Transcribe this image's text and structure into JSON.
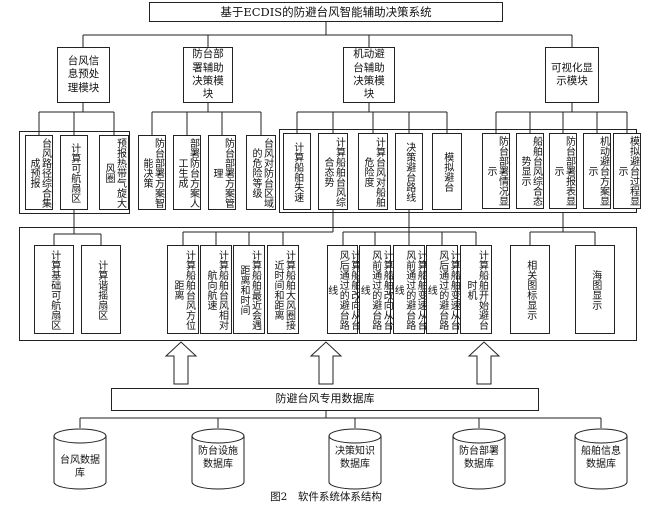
{
  "title": "基于ECDIS的防避台风智能辅助决策系统",
  "modules": [
    {
      "label": "台风信息预处理模块"
    },
    {
      "label": "防台部署辅助决策模块"
    },
    {
      "label": "机动避台辅助决策模块"
    },
    {
      "label": "可视化显示模块"
    }
  ],
  "level3": {
    "preprocess": [
      "台风路径综合集成预报",
      "计算可航扇区",
      "预报热带气旋大风圈"
    ],
    "deploy": [
      "防台部署方案智能决策",
      "部署防台方案人工生成",
      "防台部署方案管理",
      "台风对防台区域的危险等级"
    ],
    "maneuver": [
      "计算船舶失速",
      "计算船舶台风综合态势",
      "计算台风对船舶危险度",
      "决策避台路线",
      "模拟避台"
    ],
    "visual": [
      "防台部署情况显示",
      "船舶台风综合态势显示",
      "防台部署报表显示",
      "机动避台方案显示",
      "模拟避台过程显示"
    ]
  },
  "level4": {
    "preprocess": [
      "计算基础可航扇区",
      "计算谐摇扇区"
    ],
    "situation": [
      "计算船舶台风方位距离",
      "计算船舶台风相对航向航速",
      "计算船舶最近会遇距离和时间",
      "计算船舶大风圈接近时间和距离"
    ],
    "route": [
      "计算船舶改向从台风后通过的避台路线",
      "计算船舶改向从台风前通过的避台路线",
      "计算船舶变速从台风前通过的避台路线",
      "计算船舶变速从台风后通过的避台路线",
      "计算船舶开始避台时机"
    ],
    "visual": [
      "相关图标显示",
      "海图显示"
    ]
  },
  "database": "防避台风专用数据库",
  "databases": [
    "台风数据库",
    "防台设施数据库",
    "决策知识数据库",
    "防台部署数据库",
    "船舶信息数据库"
  ],
  "caption": "图2　软件系统体系结构"
}
